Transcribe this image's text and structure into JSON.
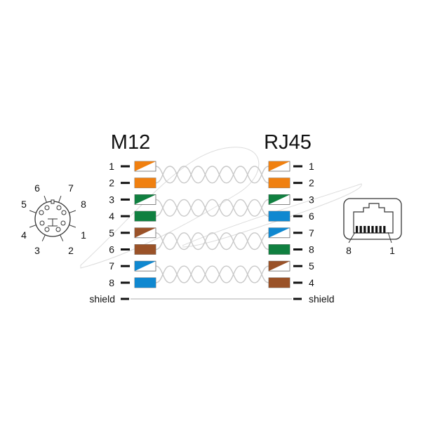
{
  "titles": {
    "left": "M12",
    "right": "RJ45"
  },
  "colors": {
    "orange": "#f08010",
    "green": "#108040",
    "blue": "#1088d0",
    "brown": "#9a5228",
    "wire": "#c8c8c8",
    "ink": "#111111"
  },
  "rows": [
    {
      "left_pin": "1",
      "left_color": "orange",
      "left_striped": true,
      "right_pin": "1",
      "right_color": "orange",
      "right_striped": true
    },
    {
      "left_pin": "2",
      "left_color": "orange",
      "left_striped": false,
      "right_pin": "2",
      "right_color": "orange",
      "right_striped": false
    },
    {
      "left_pin": "3",
      "left_color": "green",
      "left_striped": true,
      "right_pin": "3",
      "right_color": "green",
      "right_striped": true
    },
    {
      "left_pin": "4",
      "left_color": "green",
      "left_striped": false,
      "right_pin": "6",
      "right_color": "blue",
      "right_striped": false
    },
    {
      "left_pin": "5",
      "left_color": "brown",
      "left_striped": true,
      "right_pin": "7",
      "right_color": "blue",
      "right_striped": true
    },
    {
      "left_pin": "6",
      "left_color": "brown",
      "left_striped": false,
      "right_pin": "8",
      "right_color": "green",
      "right_striped": false
    },
    {
      "left_pin": "7",
      "left_color": "blue",
      "left_striped": true,
      "right_pin": "5",
      "right_color": "brown",
      "right_striped": true
    },
    {
      "left_pin": "8",
      "left_color": "blue",
      "left_striped": false,
      "right_pin": "4",
      "right_color": "brown",
      "right_striped": false
    }
  ],
  "shield": {
    "left": "shield",
    "right": "shield"
  },
  "m12_connector": {
    "pins": [
      "1",
      "2",
      "3",
      "4",
      "5",
      "6",
      "7",
      "8"
    ]
  },
  "rj45_connector": {
    "pin_left": "8",
    "pin_right": "1"
  }
}
